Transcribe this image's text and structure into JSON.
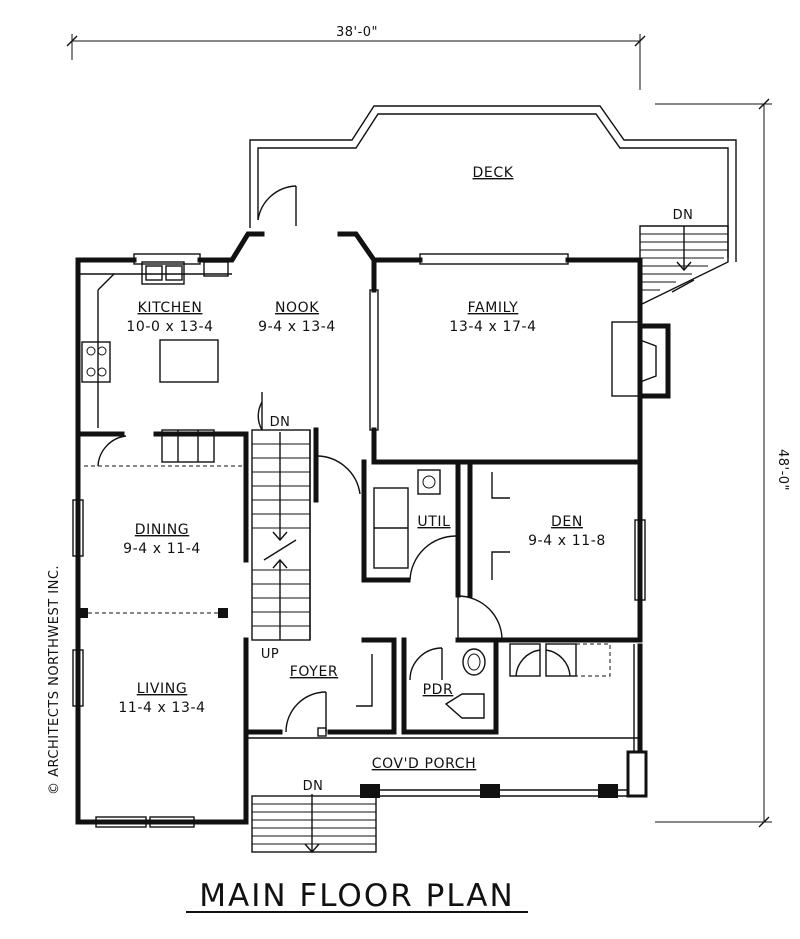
{
  "dimensions": {
    "width_label": "38'-0\"",
    "depth_label": "48'-0\""
  },
  "rooms": {
    "deck": {
      "name": "DECK"
    },
    "kitchen": {
      "name": "KITCHEN",
      "size": "10-0 x 13-4"
    },
    "nook": {
      "name": "NOOK",
      "size": "9-4 x 13-4"
    },
    "family": {
      "name": "FAMILY",
      "size": "13-4 x 17-4"
    },
    "dining": {
      "name": "DINING",
      "size": "9-4 x 11-4"
    },
    "den": {
      "name": "DEN",
      "size": "9-4 x 11-8"
    },
    "util": {
      "name": "UTIL"
    },
    "living": {
      "name": "LIVING",
      "size": "11-4 x 13-4"
    },
    "foyer": {
      "name": "FOYER"
    },
    "pdr": {
      "name": "PDR"
    },
    "porch": {
      "name": "COV'D PORCH"
    }
  },
  "stair_labels": {
    "deck_stair": "DN",
    "main_stair_down": "DN",
    "main_stair_up": "UP",
    "porch_stair": "DN"
  },
  "copyright": "© ARCHITECTS NORTHWEST INC.",
  "title": "MAIN FLOOR PLAN"
}
